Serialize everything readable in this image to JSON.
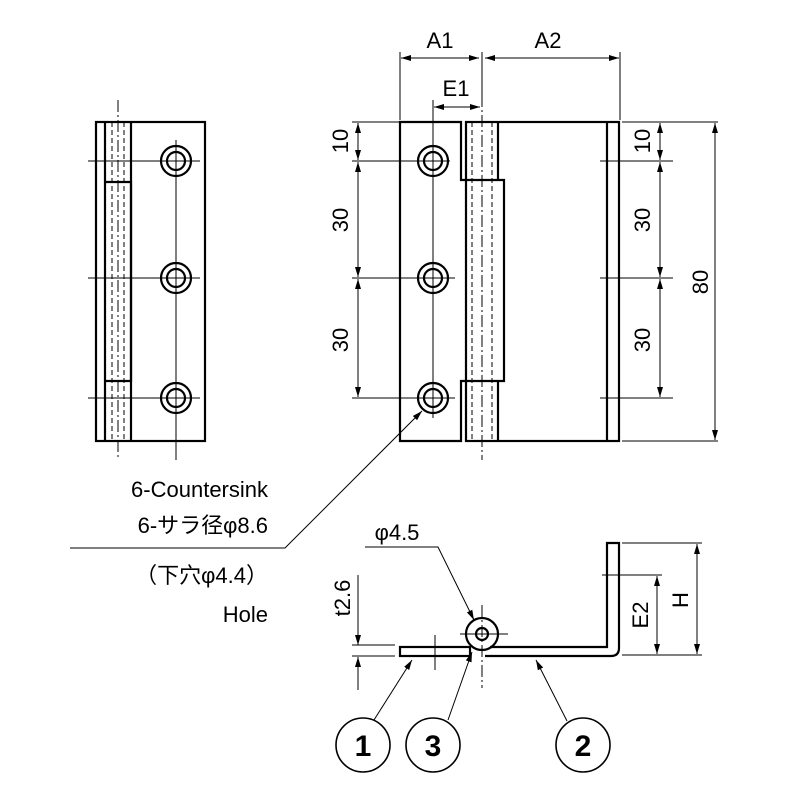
{
  "dimensions": {
    "a1": "A1",
    "a2": "A2",
    "e1": "E1",
    "e2": "E2",
    "h": "H",
    "d10": "10",
    "d30": "30",
    "d80": "80",
    "t": "t2.6",
    "pin": "φ4.5"
  },
  "note": {
    "line1": "6-Countersink",
    "line2": "6-サラ径φ8.6",
    "line3": "（下穴φ4.4）",
    "line4": "Hole"
  },
  "balloons": [
    "1",
    "3",
    "2"
  ]
}
